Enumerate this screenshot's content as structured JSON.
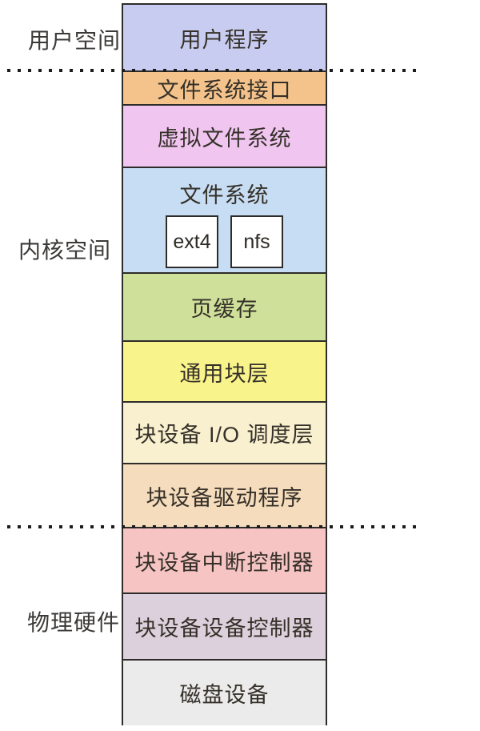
{
  "diagram": {
    "side_labels": {
      "user_space": "用户空间",
      "kernel_space": "内核空间",
      "physical_hardware": "物理硬件"
    },
    "layers": [
      {
        "label": "用户程序",
        "color": "#c9ccf1"
      },
      {
        "label": "文件系统接口",
        "color": "#f4c38b"
      },
      {
        "label": "虚拟文件系统",
        "color": "#f0c6f0"
      },
      {
        "label": "文件系统",
        "color": "#c7ddf3",
        "children": [
          "ext4",
          "nfs"
        ]
      },
      {
        "label": "页缓存",
        "color": "#cfe09b"
      },
      {
        "label": "通用块层",
        "color": "#f9f38b"
      },
      {
        "label": "块设备 I/O 调度层",
        "color": "#f9f0cf"
      },
      {
        "label": "块设备驱动程序",
        "color": "#f4dcbc"
      },
      {
        "label": "块设备中断控制器",
        "color": "#f6c5c3"
      },
      {
        "label": "块设备设备控制器",
        "color": "#dbd0db"
      },
      {
        "label": "磁盘设备",
        "color": "#ebebeb"
      }
    ],
    "divider_color": "#1c1c1c",
    "border_color": "#2e2c2a",
    "text_color": "#353029"
  }
}
